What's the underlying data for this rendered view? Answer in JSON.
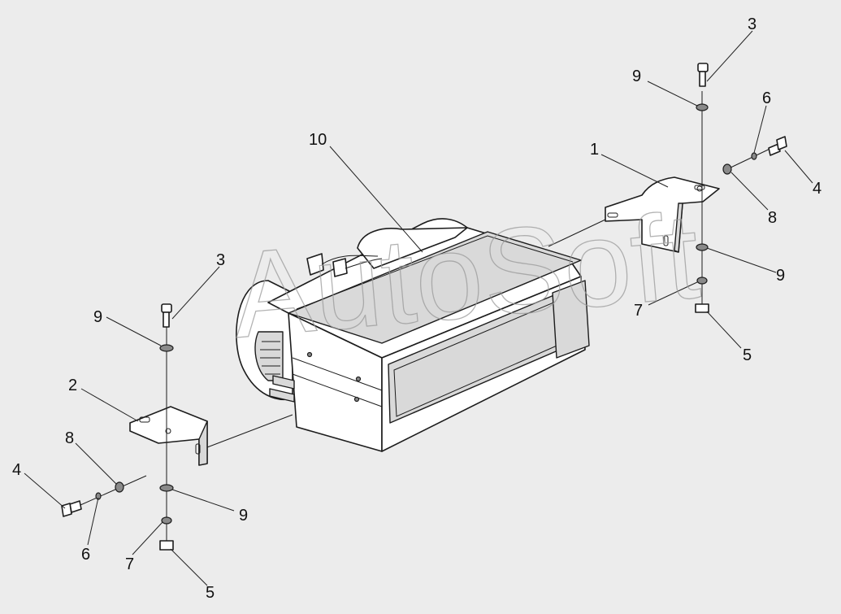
{
  "watermark": "AutoSoft",
  "callouts": {
    "c1": "1",
    "c2": "2",
    "c3_top": "3",
    "c3_left": "3",
    "c4_right": "4",
    "c4_left": "4",
    "c5_right": "5",
    "c5_left": "5",
    "c6_right": "6",
    "c6_left": "6",
    "c7_right": "7",
    "c7_left": "7",
    "c8_right": "8",
    "c8_left": "8",
    "c9_right_top": "9",
    "c9_right_mid": "9",
    "c9_left_top": "9",
    "c9_left_bot": "9",
    "c10": "10"
  },
  "colors": {
    "background": "#ececec",
    "line": "#1c1c1c",
    "part_fill": "#ffffff",
    "shade": "#d9d9d9"
  }
}
